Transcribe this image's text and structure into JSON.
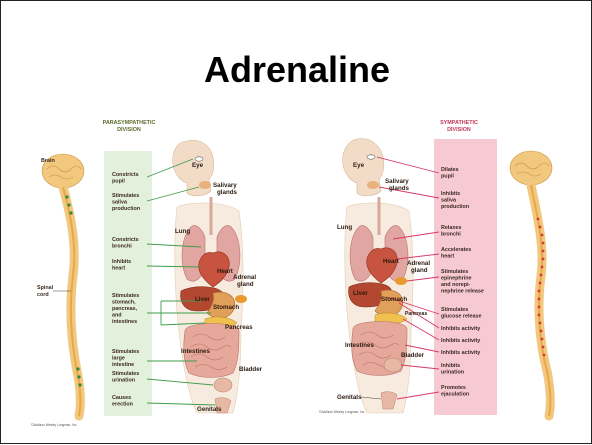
{
  "slide": {
    "title": "Adrenaline"
  },
  "parasympathetic": {
    "header": [
      "PARASYMPATHETIC",
      "DIVISION"
    ],
    "brain": "Brain",
    "spinal_cord": [
      "Spinal",
      "cord"
    ],
    "effects": [
      [
        "Constricts",
        "pupil"
      ],
      [
        "Stimulates",
        "saliva",
        "production"
      ],
      [
        "Constricts",
        "bronchi"
      ],
      [
        "Inhibits",
        "heart"
      ],
      [
        "Stimulates",
        "stomach,",
        "pancreas,",
        "and",
        "intestines"
      ],
      [
        "Stimulates",
        "large",
        "intestine"
      ],
      [
        "Stimulates",
        "urination"
      ],
      [
        "Causes",
        "erection"
      ]
    ],
    "organs": {
      "eye": "Eye",
      "salivary": [
        "Salivary",
        "glands"
      ],
      "lung": "Lung",
      "heart": "Heart",
      "adrenal": [
        "Adrenal",
        "gland"
      ],
      "liver": "Liver",
      "stomach": "Stomach",
      "pancreas": "Pancreas",
      "intestines": "Intestines",
      "bladder": "Bladder",
      "genitals": "Genitals"
    },
    "copyright": "©Addison Wesley Longman, Inc."
  },
  "sympathetic": {
    "header": [
      "SYMPATHETIC",
      "DIVISION"
    ],
    "effects": [
      [
        "Dilates",
        "pupil"
      ],
      [
        "Inhibits",
        "saliva",
        "production"
      ],
      [
        "Relaxes",
        "bronchi"
      ],
      [
        "Accelerates",
        "heart"
      ],
      [
        "Stimulates",
        "epinephrine",
        "and norepi-",
        "nephrine release"
      ],
      [
        "Stimulates",
        "glucose release"
      ],
      [
        "Inhibits activity"
      ],
      [
        "Inhibits activity"
      ],
      [
        "Inhibits activity"
      ],
      [
        "Inhibits",
        "urination"
      ],
      [
        "Promotes",
        "ejaculation"
      ]
    ],
    "organs": {
      "eye": "Eye",
      "salivary": [
        "Salivary",
        "glands"
      ],
      "lung": "Lung",
      "heart": "Heart",
      "adrenal": [
        "Adrenal",
        "gland"
      ],
      "liver": "Liver",
      "stomach": "Stomach",
      "pancreas": "Pancreas",
      "intestines": "Intestines",
      "bladder": "Bladder",
      "genitals": "Genitals"
    },
    "copyright": "©Addison Wesley Longman, Inc."
  },
  "colors": {
    "para_panel": "#e3f0dc",
    "para_line": "#3f9d4a",
    "symp_panel": "#f6c9d3",
    "symp_line": "#d63a64",
    "spine": "#f2c77e",
    "skin": "#f2dcc8",
    "organ_red": "#c8543f",
    "organ_pink": "#e2a6a2",
    "organ_orange": "#e89a2f",
    "bladder": "#e7b8a4"
  }
}
